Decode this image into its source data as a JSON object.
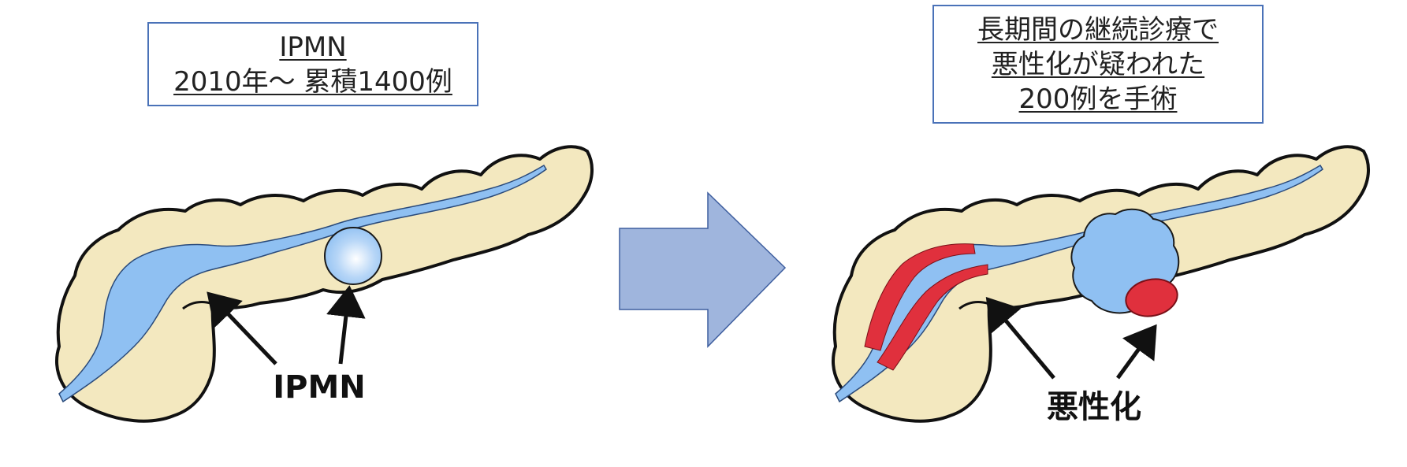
{
  "left_panel": {
    "box_lines": [
      "IPMN",
      "2010年〜 累積1400例"
    ],
    "callout": "IPMN"
  },
  "right_panel": {
    "box_lines": [
      "長期間の継続診療で",
      "悪性化が疑われた",
      "200例を手術"
    ],
    "callout": "悪性化"
  },
  "colors": {
    "box_border": "#4a72b8",
    "pancreas_fill": "#f3e8bf",
    "duct_fill": "#8fc0f2",
    "malignant_fill": "#e0303d",
    "arrow_fill": "#9fb5dd"
  }
}
